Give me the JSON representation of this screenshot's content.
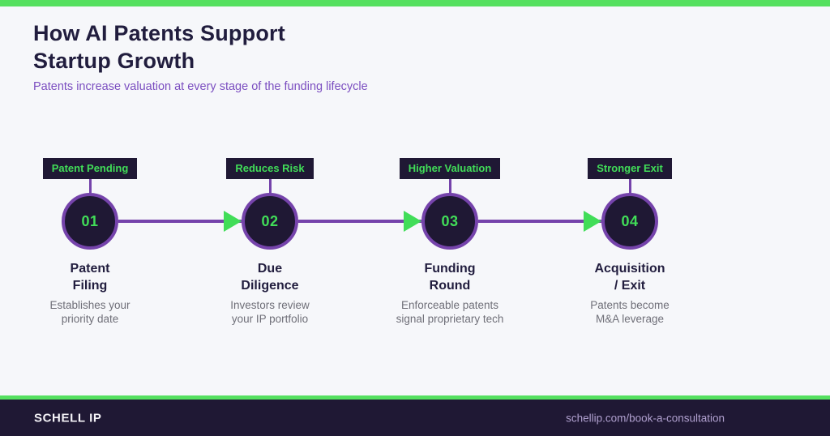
{
  "colors": {
    "accent_green": "#55e05f",
    "text_green": "#41dd58",
    "purple": "#7543ab",
    "dark_navy": "#1f1834",
    "background": "#f6f7fa",
    "subtitle_purple": "#7b4ec0"
  },
  "header": {
    "title_line1": "How AI Patents Support",
    "title_line2": "Startup Growth",
    "subtitle": "Patents increase valuation at every stage of the funding lifecycle"
  },
  "steps": [
    {
      "badge": "Patent Pending",
      "number": "01",
      "title_line1": "Patent",
      "title_line2": "Filing",
      "desc_line1": "Establishes your",
      "desc_line2": "priority date"
    },
    {
      "badge": "Reduces Risk",
      "number": "02",
      "title_line1": "Due",
      "title_line2": "Diligence",
      "desc_line1": "Investors review",
      "desc_line2": "your IP portfolio"
    },
    {
      "badge": "Higher Valuation",
      "number": "03",
      "title_line1": "Funding",
      "title_line2": "Round",
      "desc_line1": "Enforceable patents",
      "desc_line2": "signal proprietary tech"
    },
    {
      "badge": "Stronger Exit",
      "number": "04",
      "title_line1": "Acquisition",
      "title_line2": "/ Exit",
      "desc_line1": "Patents become",
      "desc_line2": "M&A leverage"
    }
  ],
  "footer": {
    "brand": "SCHELL IP",
    "url": "schellip.com/book-a-consultation"
  }
}
